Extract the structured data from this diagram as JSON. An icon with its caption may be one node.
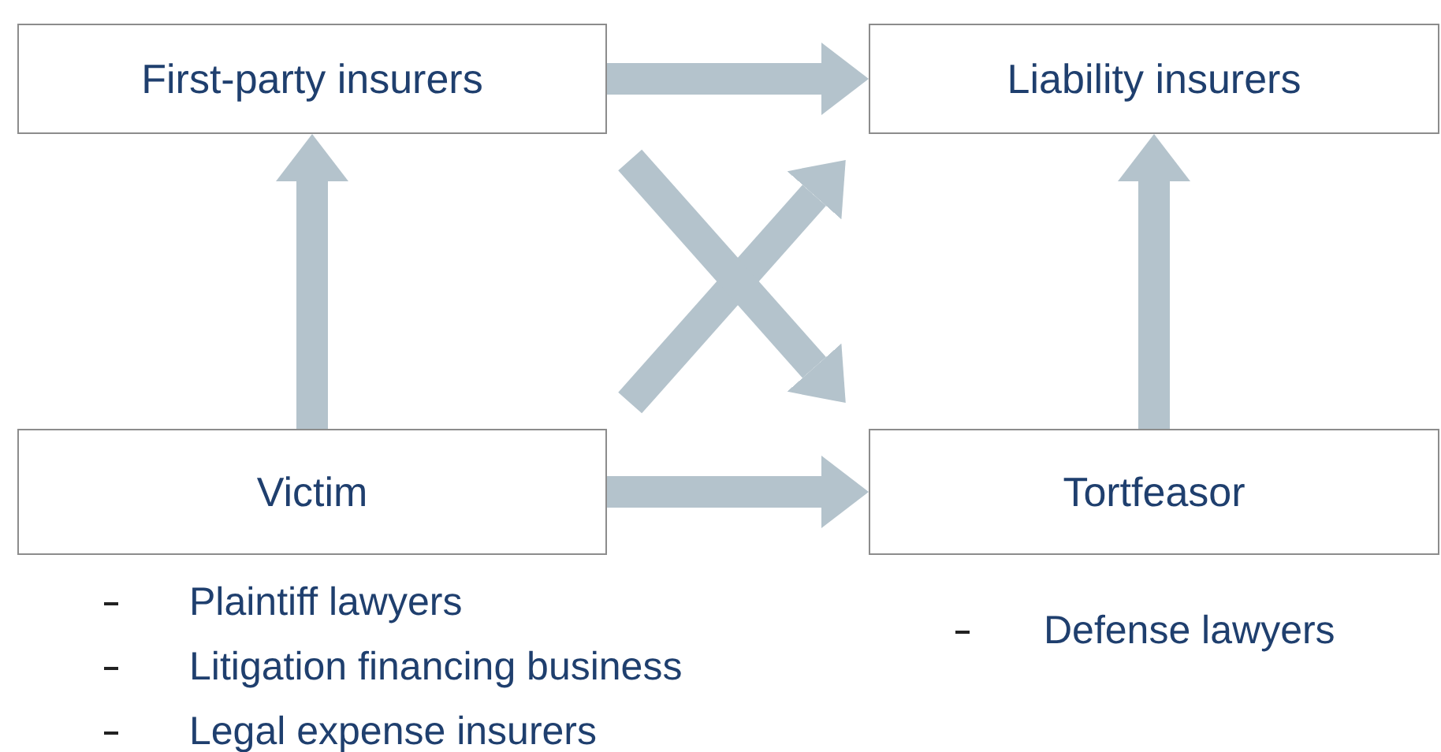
{
  "diagram": {
    "nodes": [
      {
        "text": [
          "First-party insurers"
        ]
      },
      {
        "text": [
          "Liability insurers"
        ]
      },
      {
        "text": [
          "Victim"
        ],
        "beside": [
          "Plaintiff lawyers",
          "Litigation financing business",
          "Legal expense insurers"
        ]
      },
      {
        "text": [
          "Tortfeasor"
        ],
        "beside": [
          "Defense lawyers"
        ]
      }
    ],
    "edges": [
      {
        "from": 0,
        "to": 1,
        "arrow": "to"
      },
      {
        "from": 2,
        "to": 0,
        "arrow": "to"
      },
      {
        "from": 2,
        "to": 1,
        "arrow": "to"
      },
      {
        "from": 0,
        "to": 3,
        "arrow": "to"
      },
      {
        "from": 3,
        "to": 1,
        "arrow": "to"
      },
      {
        "from": 2,
        "to": 3,
        "arrow": "to"
      }
    ]
  }
}
